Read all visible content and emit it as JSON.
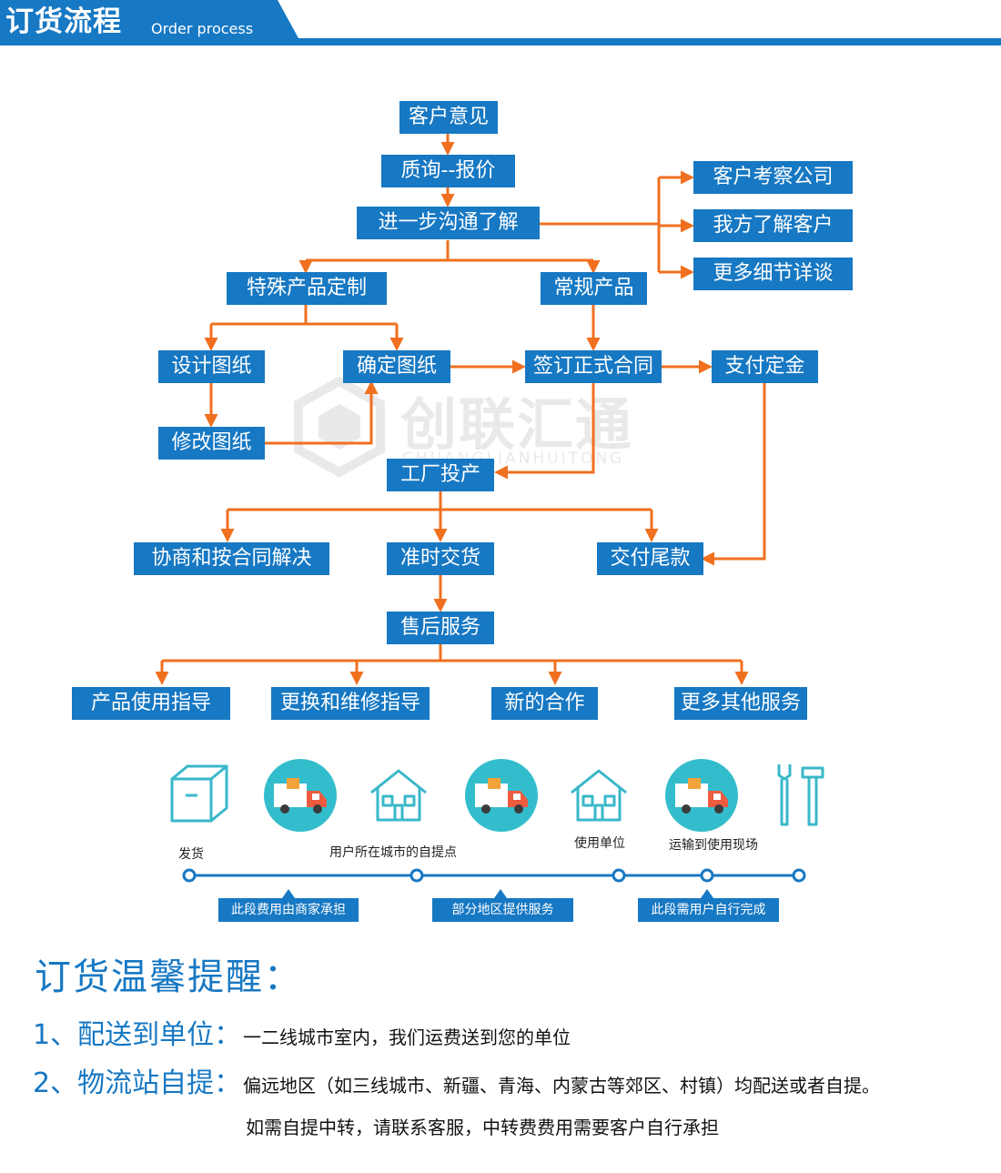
{
  "header": {
    "title": "订货流程",
    "subtitle": "Order process",
    "color": "#1778c3"
  },
  "watermark": {
    "cn": "创联汇通",
    "en": "CHUANGLIANHUITONG"
  },
  "flow": {
    "nodes": {
      "feedback": "客户意见",
      "inquiry": "质询--报价",
      "communicate": "进一步沟通了解",
      "inspect": "客户考察公司",
      "know_customer": "我方了解客户",
      "details": "更多细节详谈",
      "custom": "特殊产品定制",
      "regular": "常规产品",
      "design": "设计图纸",
      "confirm": "确定图纸",
      "contract": "签订正式合同",
      "deposit": "支付定金",
      "revise": "修改图纸",
      "production": "工厂投产",
      "negotiate": "协商和按合同解决",
      "ontime": "准时交货",
      "balance": "交付尾款",
      "aftersale": "售后服务",
      "guide": "产品使用指导",
      "repair": "更换和维修指导",
      "new_coop": "新的合作",
      "more": "更多其他服务"
    }
  },
  "logistics": {
    "labels": {
      "ship": "发货",
      "pickup_point": "用户所在城市的自提点",
      "unit": "使用单位",
      "transport": "运输到使用现场"
    },
    "segments": {
      "merchant": "此段费用由商家承担",
      "partial": "部分地区提供服务",
      "customer": "此段需用户自行完成"
    },
    "icons": [
      "box-icon",
      "truck-icon",
      "house-icon",
      "truck-icon",
      "house-icon",
      "truck-icon",
      "tools-icon"
    ]
  },
  "tips": {
    "title": "订货温馨提醒：",
    "item1_head": "1、配送到单位：",
    "item1_text": "一二线城市室内，我们运费送到您的单位",
    "item2_head": "2、物流站自提：",
    "item2_text": "偏远地区（如三线城市、新疆、青海、内蒙古等郊区、村镇）均配送或者自提。",
    "item2_text2": "如需自提中转，请联系客服，中转费费用需要客户自行承担"
  },
  "colors": {
    "blue": "#1778c3",
    "orange": "#f07020",
    "timeline": "#1778c3"
  }
}
